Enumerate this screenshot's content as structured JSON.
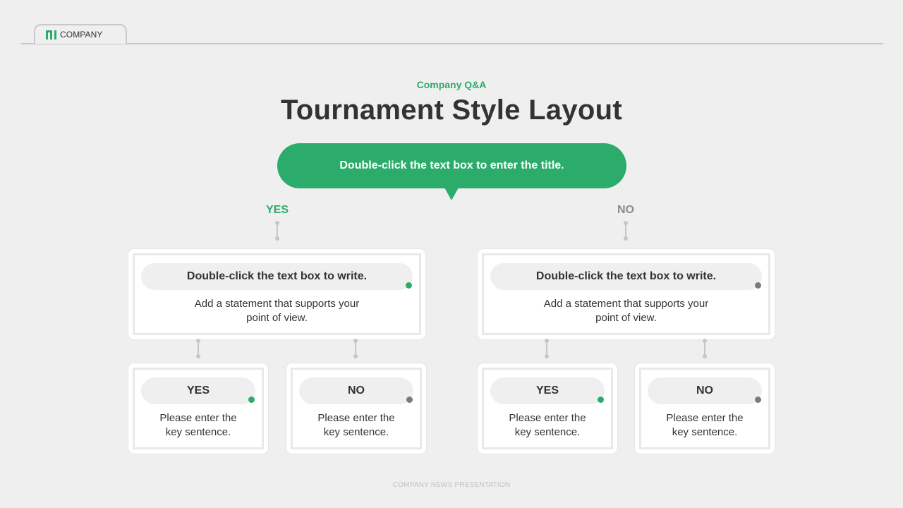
{
  "header": {
    "company_label": "COMPANY"
  },
  "slide": {
    "kicker": "Company Q&A",
    "title": "Tournament Style Layout",
    "pill_text": "Double-click the text box to enter the title."
  },
  "branches": {
    "yes_label": "YES",
    "no_label": "NO"
  },
  "cards": {
    "left": {
      "heading": "Double-click the text box to write.",
      "body_line1": "Add a statement that supports your",
      "body_line2": "point of view.",
      "status": "green"
    },
    "right": {
      "heading": "Double-click the text box to write.",
      "body_line1": "Add a statement that supports your",
      "body_line2": "point of view.",
      "status": "gray"
    }
  },
  "sub_cards": [
    {
      "heading": "YES",
      "body_line1": "Please enter the",
      "body_line2": "key sentence.",
      "status": "green"
    },
    {
      "heading": "NO",
      "body_line1": "Please enter the",
      "body_line2": "key sentence.",
      "status": "gray"
    },
    {
      "heading": "YES",
      "body_line1": "Please enter the",
      "body_line2": "key sentence.",
      "status": "green"
    },
    {
      "heading": "NO",
      "body_line1": "Please enter the",
      "body_line2": "key sentence.",
      "status": "gray"
    }
  ],
  "colors": {
    "accent": "#2bac6a",
    "neutral_dot": "#7a7a7a",
    "background": "#efefef"
  },
  "footer": {
    "text": "COMPANY NEWS PRESENTATION"
  }
}
